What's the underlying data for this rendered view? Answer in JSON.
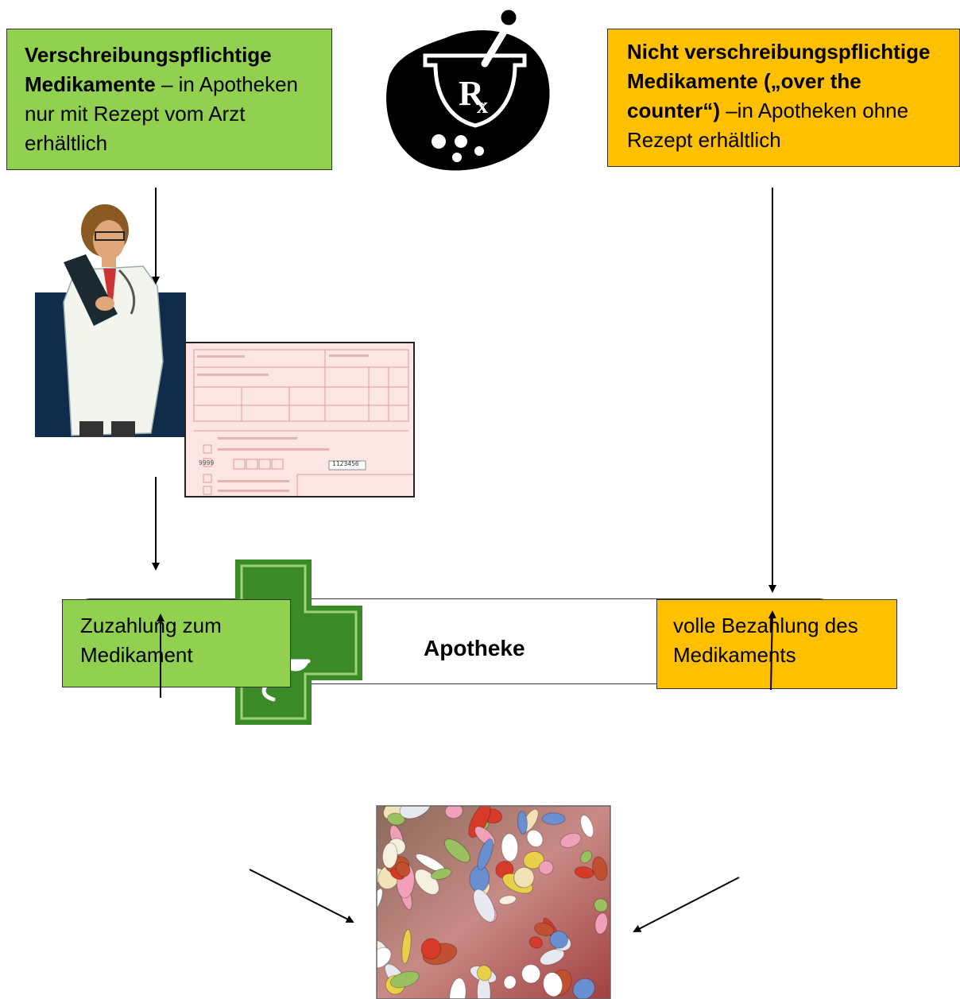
{
  "rx_box": {
    "title_bold": "Verschreibungspflichtige Medikamente",
    "title_rest": " – in Apotheken nur mit Rezept vom Arzt erhältlich"
  },
  "otc_box": {
    "title_bold": "Nicht verschreibungspflichtige Medikamente („over the counter“)",
    "title_rest": " –in Apotheken ohne Rezept erhältlich"
  },
  "pharmacy": {
    "label": "Apotheke"
  },
  "copay_box": {
    "text": "Zuzahlung zum Medikament"
  },
  "fullpay_box": {
    "text": "volle Bezahlung des Medikaments"
  },
  "prescription_form": {
    "number": "1123456",
    "code": "9999"
  },
  "icons": {
    "mortar": "mortar-pestle-rx-icon",
    "doctor": "doctor-clipart",
    "prescription": "prescription-form-image",
    "cross": "pharmacy-cross-icon",
    "pills": "pills-photo"
  },
  "colors": {
    "rx": "#92d050",
    "otc": "#ffc000",
    "cross": "#3a8a28"
  }
}
